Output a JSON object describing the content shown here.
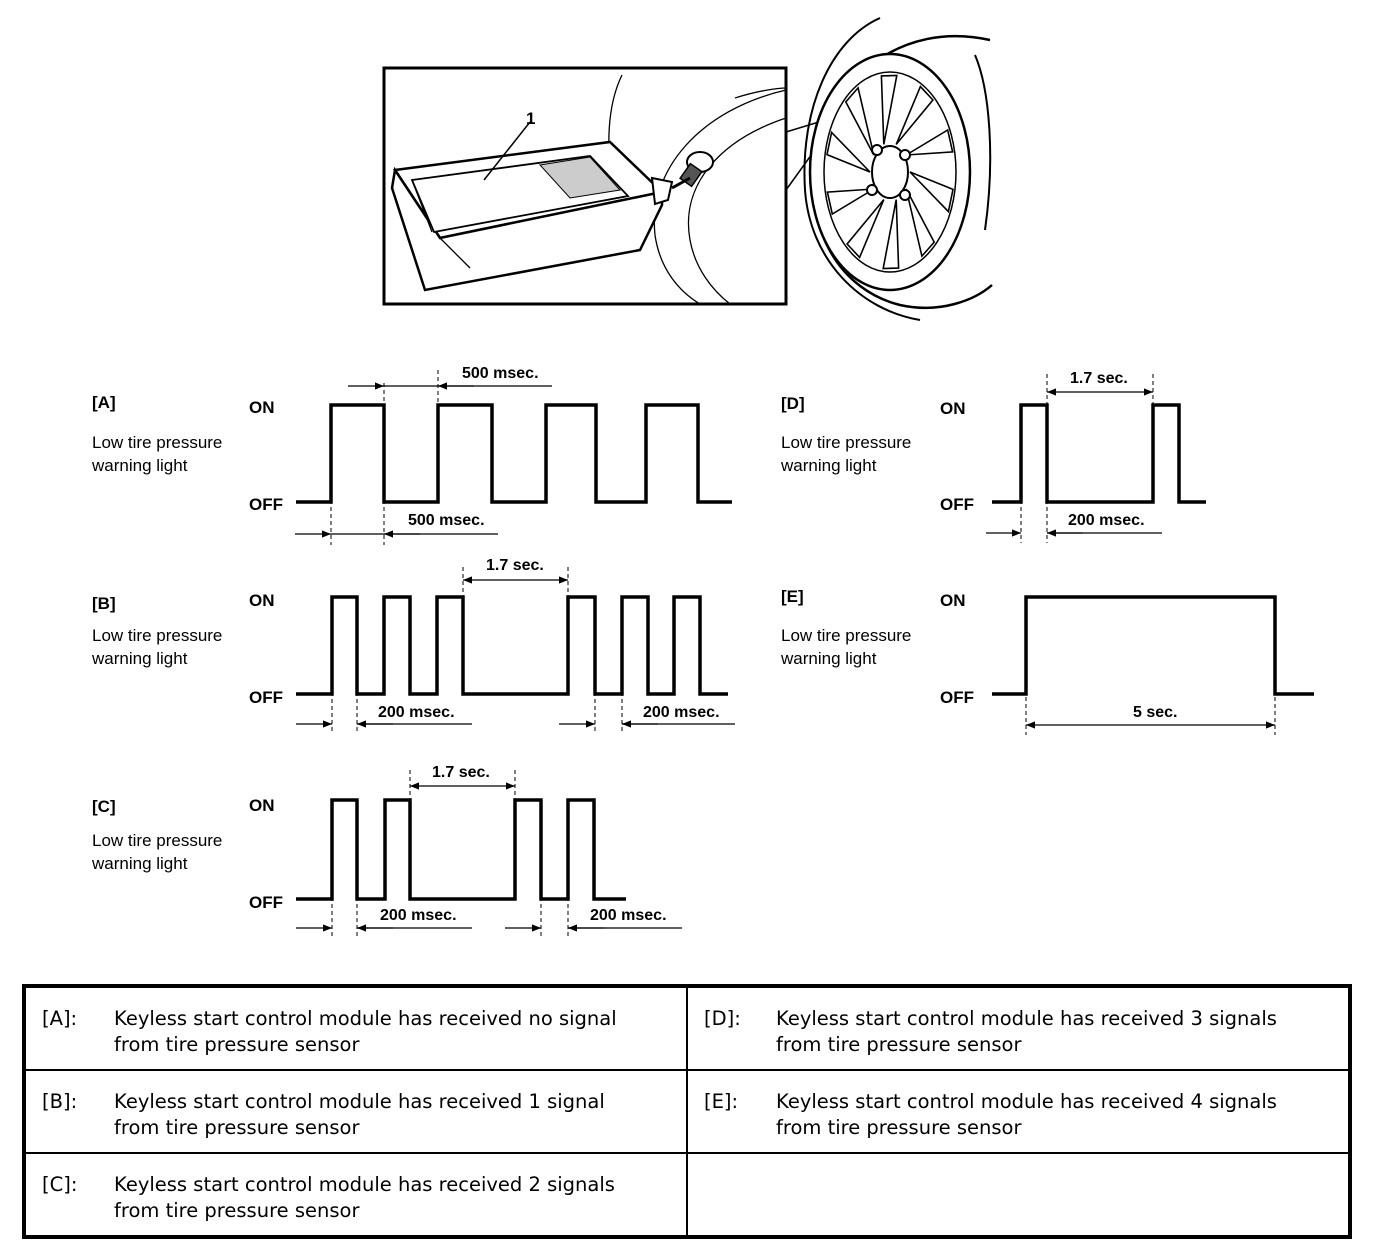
{
  "illustration": {
    "callout": "1",
    "parts": [
      "tpms-tool",
      "tire-valve",
      "wheel"
    ]
  },
  "panels": [
    {
      "id": "A",
      "tag": "[A]",
      "on": "ON",
      "off": "OFF",
      "line1": "Low tire pressure",
      "line2": "warning light",
      "dims": [
        "500 msec.",
        "500 msec."
      ]
    },
    {
      "id": "B",
      "tag": "[B]",
      "on": "ON",
      "off": "OFF",
      "line1": "Low tire pressure",
      "line2": "warning light",
      "dims": [
        "1.7 sec.",
        "200 msec.",
        "200 msec."
      ]
    },
    {
      "id": "C",
      "tag": "[C]",
      "on": "ON",
      "off": "OFF",
      "line1": "Low tire pressure",
      "line2": "warning light",
      "dims": [
        "1.7 sec.",
        "200 msec.",
        "200 msec."
      ]
    },
    {
      "id": "D",
      "tag": "[D]",
      "on": "ON",
      "off": "OFF",
      "line1": "Low tire pressure",
      "line2": "warning light",
      "dims": [
        "1.7 sec.",
        "200 msec."
      ]
    },
    {
      "id": "E",
      "tag": "[E]",
      "on": "ON",
      "off": "OFF",
      "line1": "Low tire pressure",
      "line2": "warning light",
      "dims": [
        "5 sec."
      ]
    }
  ],
  "legend": [
    {
      "key": "[A]:",
      "line1": "Keyless start control module has received no signal",
      "line2": "from tire pressure sensor"
    },
    {
      "key": "[D]:",
      "line1": "Keyless start control module has received 3 signals",
      "line2": "from tire pressure sensor"
    },
    {
      "key": "[B]:",
      "line1": "Keyless start control module has received 1 signal",
      "line2": "from tire pressure sensor"
    },
    {
      "key": "[E]:",
      "line1": "Keyless start control module has received 4 signals",
      "line2": "from tire pressure sensor"
    },
    {
      "key": "[C]:",
      "line1": "Keyless start control module has received 2 signals",
      "line2": "from tire pressure sensor"
    }
  ]
}
